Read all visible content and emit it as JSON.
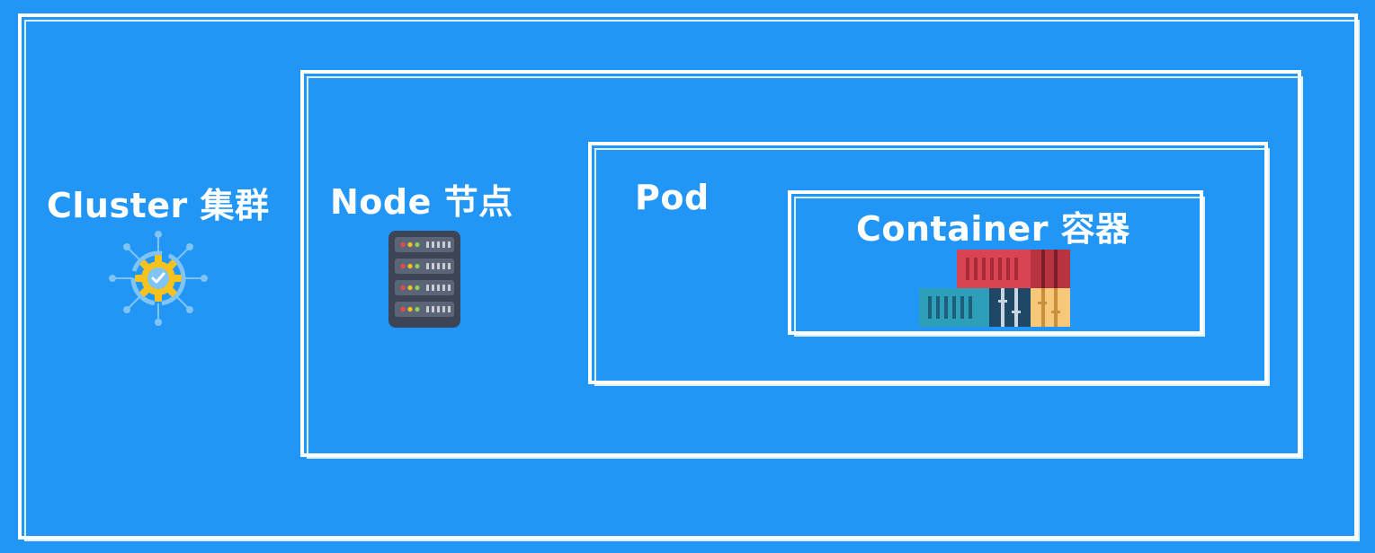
{
  "diagram": {
    "cluster": {
      "label": "Cluster 集群",
      "icon": "cluster-gear-icon"
    },
    "node": {
      "label": "Node 节点",
      "icon": "server-rack-icon"
    },
    "pod": {
      "label": "Pod"
    },
    "container": {
      "label": "Container 容器",
      "icon": "shipping-containers-icon"
    }
  },
  "colors": {
    "background": "#2196f7",
    "border": "#ffffff",
    "text": "#ffffff"
  }
}
